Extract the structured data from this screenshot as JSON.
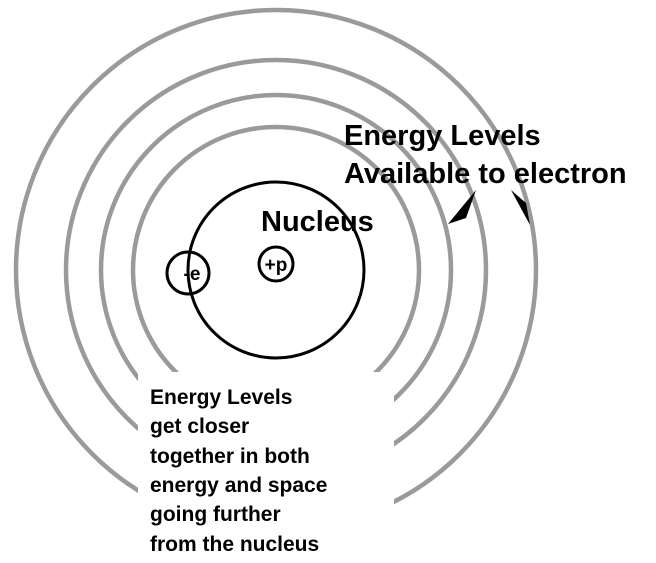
{
  "energy_levels_label": {
    "line1": "Energy Levels",
    "line2": "Available to electron"
  },
  "nucleus_label": "Nucleus",
  "proton_label": "+p",
  "electron_label": "-e",
  "note": {
    "lines": [
      "Energy Levels",
      "get closer",
      "together in both",
      "energy and space",
      "going further",
      "from the nucleus"
    ]
  },
  "colors": {
    "ring": "#9a9a9a",
    "outline": "#000000",
    "text": "#000000",
    "background": "#ffffff"
  }
}
